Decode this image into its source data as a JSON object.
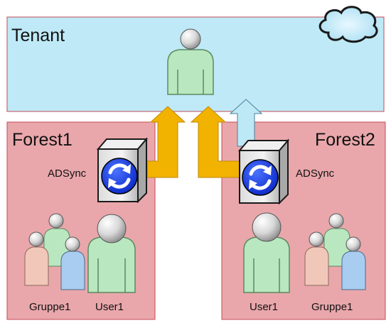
{
  "tenant": {
    "label": "Tenant"
  },
  "forest1": {
    "label": "Forest1",
    "sync_label": "ADSync",
    "group_label": "Gruppe1",
    "user_label": "User1"
  },
  "forest2": {
    "label": "Forest2",
    "sync_label": "ADSync",
    "group_label": "Gruppe1",
    "user_label": "User1"
  },
  "icons": [
    "cloud-icon",
    "tenant-user-icon",
    "server-icon",
    "sync-icon",
    "group-icon",
    "user-icon",
    "arrow-icon"
  ],
  "colors": {
    "tenant_fill": "#bfe9f6",
    "forest_fill": "#e9a7ab",
    "arrow_main": "#f2b200",
    "arrow_alt": "#bde8f5",
    "user_body": "#b9e7c0",
    "group_pink": "#f1c7b9",
    "group_blue": "#a9cdf0",
    "sync_blue": "#1a3fe0"
  }
}
